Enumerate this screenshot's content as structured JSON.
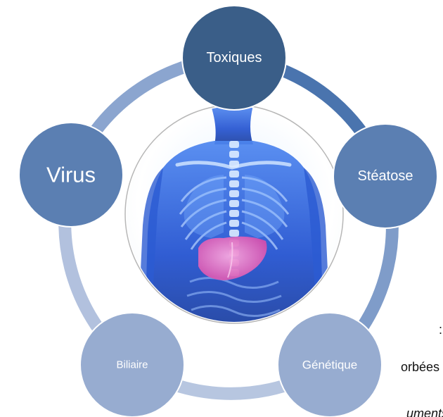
{
  "diagram": {
    "nodes": [
      {
        "id": "toxiques",
        "label": "Toxiques",
        "color": "#3a5e88",
        "text_color": "#ffffff"
      },
      {
        "id": "steatose",
        "label": "Stéatose",
        "color": "#5b7fb2",
        "text_color": "#ffffff"
      },
      {
        "id": "genetique",
        "label": "Génétique",
        "color": "#97acd0",
        "text_color": "#ffffff"
      },
      {
        "id": "biliaire",
        "label": "Biliaire",
        "color": "#97acd0",
        "text_color": "#ffffff"
      },
      {
        "id": "virus",
        "label": "Virus",
        "color": "#5b7fb2",
        "text_color": "#ffffff"
      }
    ],
    "arc_colors": {
      "toxiques_steatose": "#4a74ae",
      "steatose_genetique": "#7f9cc9",
      "genetique_biliaire": "#b7c6e0",
      "biliaire_virus": "#b2c1de",
      "virus_toxiques": "#8ba5cf"
    },
    "center_image": {
      "icon": "human-torso-xray-liver-icon",
      "liver_color": "#d96fb8",
      "body_color": "#2f5fd8"
    }
  },
  "clipped_text": {
    "colon": ":",
    "orbees": "orbées",
    "uments": "uments"
  }
}
